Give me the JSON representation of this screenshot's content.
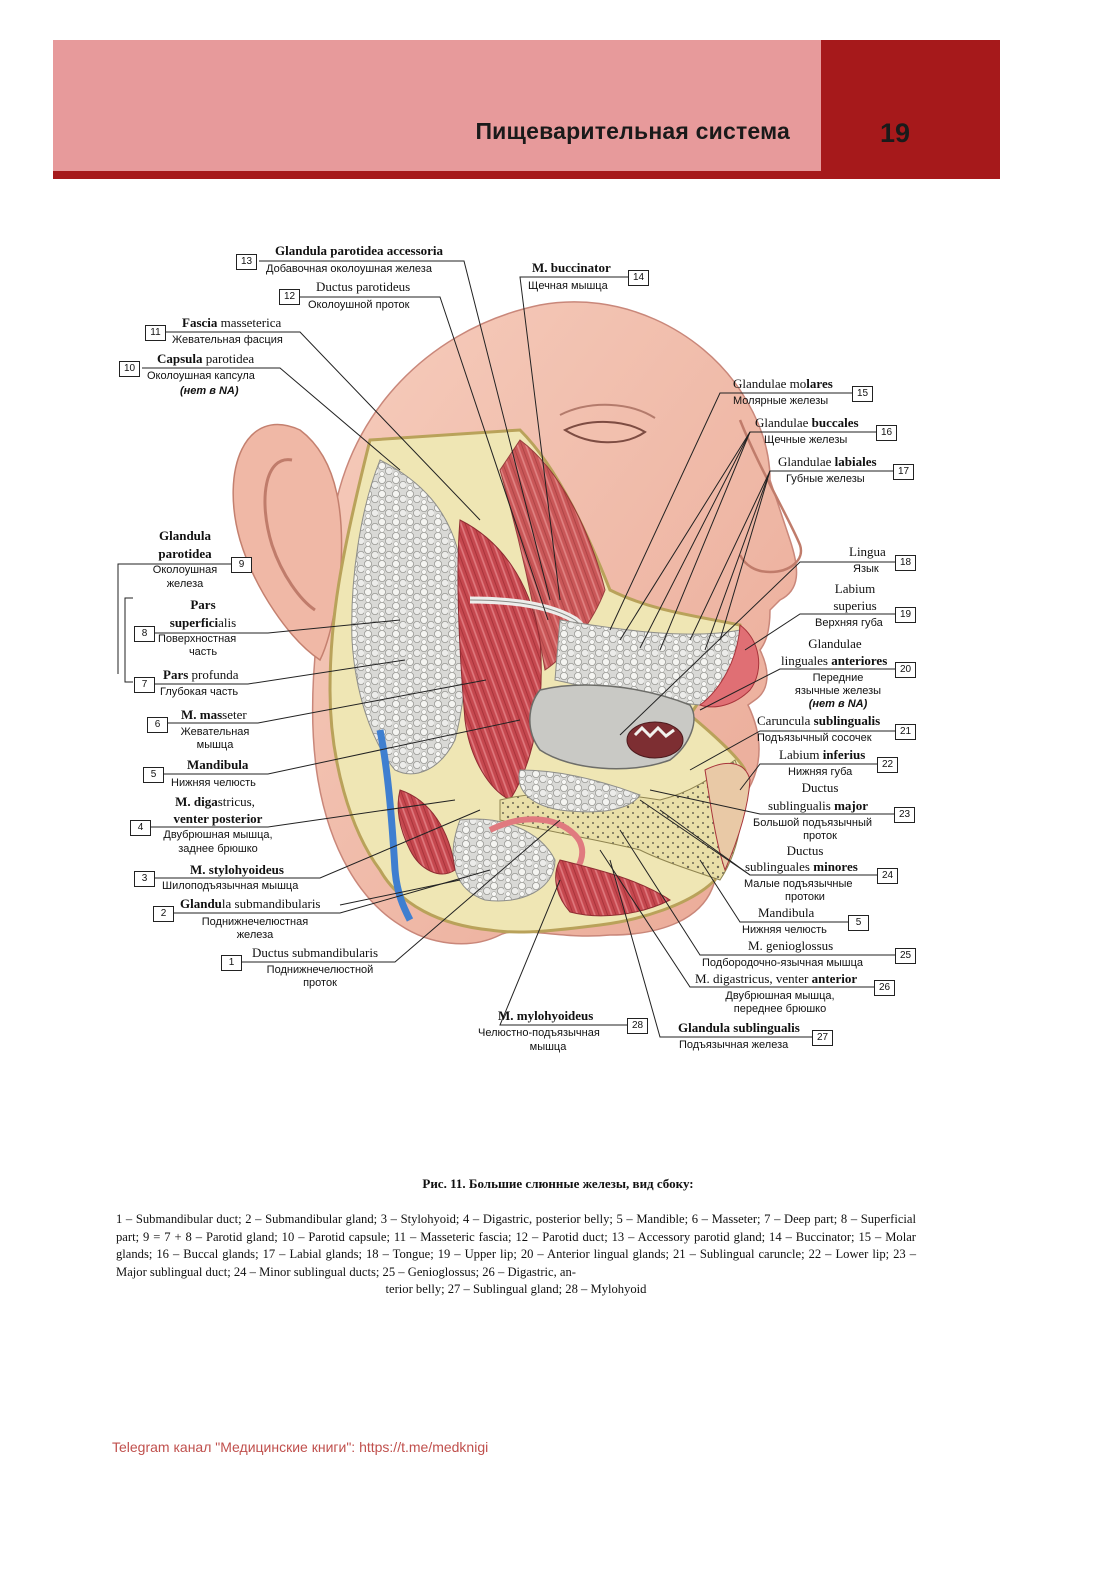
{
  "header": {
    "section_title": "Пищеварительная система",
    "page_number": "19",
    "colors": {
      "band": "#e79a9b",
      "dark": "#a6191b"
    }
  },
  "labels": {
    "l13": {
      "num": "13",
      "lat": "Glandula parotidea accessoria",
      "rus": "Добавочная околоушная железа"
    },
    "l12": {
      "num": "12",
      "lat": "Ductus parotideus",
      "rus": "Околоушной проток"
    },
    "l11": {
      "num": "11",
      "lat_a": "Fascia",
      "lat_b": " masseterica",
      "rus": "Жевательная фасция"
    },
    "l10": {
      "num": "10",
      "lat_a": "Capsula",
      "lat_b": " parotidea",
      "rus": "Околоушная капсула",
      "rus2": "(нет в NA)"
    },
    "l9": {
      "num": "9",
      "lat1": "Glandula",
      "lat2": "parotidea",
      "rus1": "Околоушная",
      "rus2": "железа"
    },
    "l8": {
      "num": "8",
      "lat1": "Pars",
      "lat2a": "superfici",
      "lat2b": "alis",
      "rus1": "Поверхностная",
      "rus2": "часть"
    },
    "l7": {
      "num": "7",
      "lat_a": "Pars",
      "lat_b": " profu",
      "lat_c": "nda",
      "rus": "Глубокая часть"
    },
    "l6": {
      "num": "6",
      "lat_a": "M. mas",
      "lat_b": "seter",
      "rus1": "Жевательная",
      "rus2": "мышца"
    },
    "l5": {
      "num": "5",
      "lat": "Mandibula",
      "rus": "Нижняя челюсть"
    },
    "l4": {
      "num": "4",
      "lat1a": "M. diga",
      "lat1b": "stricus,",
      "lat2": "venter posterior",
      "rus1": "Двубрюшная мышца,",
      "rus2": "заднее брюшко"
    },
    "l3": {
      "num": "3",
      "lat": "M. stylohyoideus",
      "rus": "Шилоподъязычная мышца"
    },
    "l2": {
      "num": "2",
      "lat_a": "Glandu",
      "lat_b": "la submandibularis",
      "rus1": "Поднижнечелюстная",
      "rus2": "железа"
    },
    "l1": {
      "num": "1",
      "lat": "Ductus submandibularis",
      "rus1": "Поднижнечелюстной",
      "rus2": "проток"
    },
    "l14": {
      "num": "14",
      "lat": "M. buccinator",
      "rus": "Щечная мышца"
    },
    "l15": {
      "num": "15",
      "lat_a": "Glandulae mo",
      "lat_b": "lares",
      "rus": "Молярные железы"
    },
    "l16": {
      "num": "16",
      "lat_a": "Glandulae ",
      "lat_b": "buccales",
      "rus": "Щечные железы"
    },
    "l17": {
      "num": "17",
      "lat_a": "Glandulae ",
      "lat_b": "labiales",
      "rus": "Губные железы"
    },
    "l18": {
      "num": "18",
      "lat": "Lingua",
      "rus": "Язык"
    },
    "l19": {
      "num": "19",
      "lat1": "Labium",
      "lat2": "superius",
      "rus": "Верхняя губа"
    },
    "l20": {
      "num": "20",
      "lat1": "Glandulae",
      "lat2a": "linguales ",
      "lat2b": "anteriores",
      "rus1": "Передние",
      "rus2": "язычные железы",
      "rus3": "(нет в NA)"
    },
    "l21": {
      "num": "21",
      "lat_a": "Caruncula ",
      "lat_b": "sublingualis",
      "rus": "Подъязычный сосочек"
    },
    "l22": {
      "num": "22",
      "lat_a": "Labium ",
      "lat_b": "inferius",
      "rus": "Нижняя губа"
    },
    "l23": {
      "num": "23",
      "lat1": "Ductus",
      "lat2a": "sublingualis ",
      "lat2b": "major",
      "rus1": "Большой подъязычный",
      "rus2": "проток"
    },
    "l24": {
      "num": "24",
      "lat1": "Ductus",
      "lat2a": "sublinguales ",
      "lat2b": "minores",
      "rus1": "Малые подъязычные",
      "rus2": "протоки"
    },
    "l5b": {
      "num": "5",
      "lat": "Mandibula",
      "rus": "Нижняя челюсть"
    },
    "l25": {
      "num": "25",
      "lat": "M. genioglossus",
      "rus": "Подбородочно-язычная мышца"
    },
    "l26": {
      "num": "26",
      "lat_a": "M. digastricus, venter ",
      "lat_b": "anterior",
      "rus1": "Двубрюшная мышца,",
      "rus2": "переднее брюшко"
    },
    "l28": {
      "num": "28",
      "lat": "M. mylohyoideus",
      "rus1": "Челюстно-подъязычная",
      "rus2": "мышца"
    },
    "l27": {
      "num": "27",
      "lat_a": "Glandula ",
      "lat_b": "sublingualis",
      "rus": "Подъязычная железа"
    }
  },
  "caption": {
    "title": "Рис. 11. Большие слюнные железы, вид сбоку:",
    "body": "1 – Submandibular duct; 2 – Submandibular gland; 3 – Stylohyoid; 4 – Digastric, posterior belly; 5 – Mandible; 6 – Masseter; 7 – Deep part; 8 – Superficial part; 9 = 7 + 8 – Parotid gland; 10 – Parotid capsule; 11 – Masseteric fascia; 12 – Parotid duct; 13 – Accessory parotid gland; 14 – Buccinator; 15 – Molar glands; 16 – Buccal glands; 17 – Labial glands; 18 – Tongue; 19 – Upper lip; 20 – Anterior lingual glands; 21 – Sublingual caruncle; 22 – Lower lip; 23 – Major sublingual duct; 24 – Minor sublingual ducts; 25 – Genioglossus; 26 – Digastric, an-",
    "body_last": "terior belly; 27 – Sublingual gland; 28 – Mylohyoid"
  },
  "footer": {
    "text": "Telegram канал \"Медицинские книги\": https://t.me/medknigi"
  }
}
